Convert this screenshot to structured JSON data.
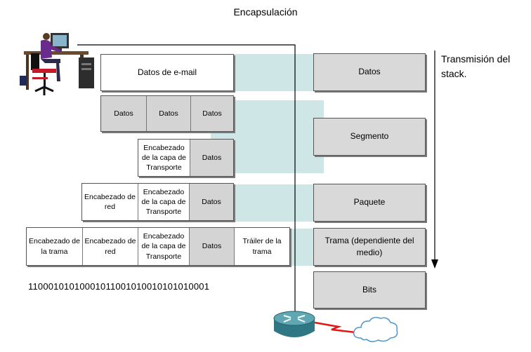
{
  "title": "Encapsulación",
  "flow_label": "Transmisión del stack.",
  "email_data": "Datos de e-mail",
  "segment_row": [
    "Datos",
    "Datos",
    "Datos"
  ],
  "transport_row": [
    "Encabezado de la capa de Transporte",
    "Datos"
  ],
  "network_row": [
    "Encabezado de red",
    "Encabezado de la capa de Transporte",
    "Datos"
  ],
  "frame_row": [
    "Encabezado de la trama",
    "Encabezado de red",
    "Encabezado de la capa de Transporte",
    "Datos",
    "Tráiler de la trama"
  ],
  "pdu_labels": [
    "Datos",
    "Segmento",
    "Paquete",
    "Trama (dependiente del medio)",
    "Bits"
  ],
  "bits_string": "11000101010001011001010010101010001",
  "colors": {
    "tint": "#cfe6e6",
    "box_fill": "#d4d4d4",
    "pdu_fill": "#d9d9d9",
    "wire": "#000000",
    "serial_link": "#e01818"
  },
  "icons": [
    "workstation-icon",
    "router-icon",
    "cloud-icon"
  ]
}
